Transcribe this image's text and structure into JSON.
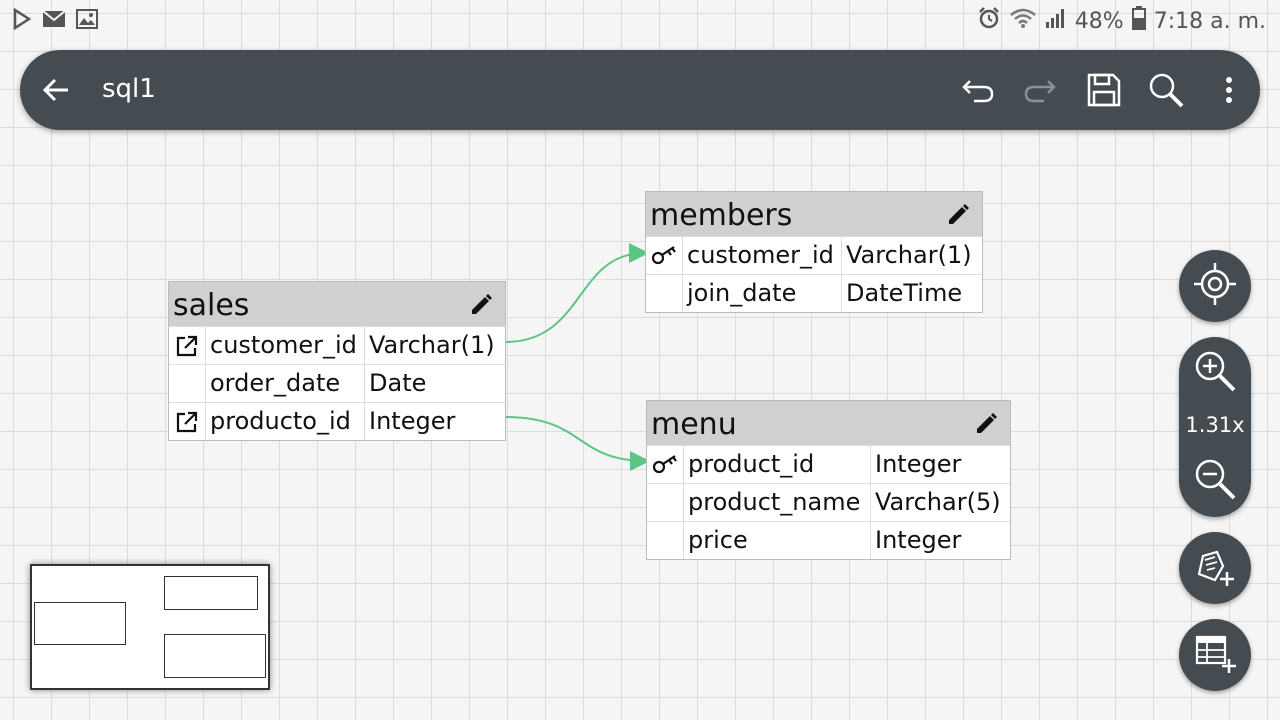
{
  "status_bar": {
    "battery": "48%",
    "time": "7:18 a. m.",
    "left_icons": [
      "play-store-icon",
      "gmail-icon",
      "gallery-icon"
    ],
    "right_icons": [
      "alarm-icon",
      "wifi-icon",
      "signal-icon",
      "battery-icon"
    ]
  },
  "toolbar": {
    "title": "sql1",
    "icons": [
      "back-arrow-icon",
      "undo-icon",
      "redo-icon",
      "save-icon",
      "search-icon",
      "more-vert-icon"
    ]
  },
  "tables": {
    "sales": {
      "name": "sales",
      "rows": [
        {
          "icon": "foreign-key",
          "column": "customer_id",
          "type": "Varchar(1)"
        },
        {
          "icon": "",
          "column": "order_date",
          "type": "Date"
        },
        {
          "icon": "foreign-key",
          "column": "producto_id",
          "type": "Integer"
        }
      ]
    },
    "members": {
      "name": "members",
      "rows": [
        {
          "icon": "primary-key",
          "column": "customer_id",
          "type": "Varchar(1)"
        },
        {
          "icon": "",
          "column": "join_date",
          "type": "DateTime"
        }
      ]
    },
    "menu": {
      "name": "menu",
      "rows": [
        {
          "icon": "primary-key",
          "column": "product_id",
          "type": "Integer"
        },
        {
          "icon": "",
          "column": "product_name",
          "type": "Varchar(5)"
        },
        {
          "icon": "",
          "column": "price",
          "type": "Integer"
        }
      ]
    }
  },
  "relations": [
    {
      "from": "sales.customer_id",
      "to": "members.customer_id"
    },
    {
      "from": "sales.producto_id",
      "to": "menu.product_id"
    }
  ],
  "zoom": {
    "level": "1.31x"
  },
  "colors": {
    "toolbar": "#454c51",
    "relation_line": "#5cc584",
    "table_header": "#d0d0d0",
    "canvas": "#f5f5f5"
  }
}
